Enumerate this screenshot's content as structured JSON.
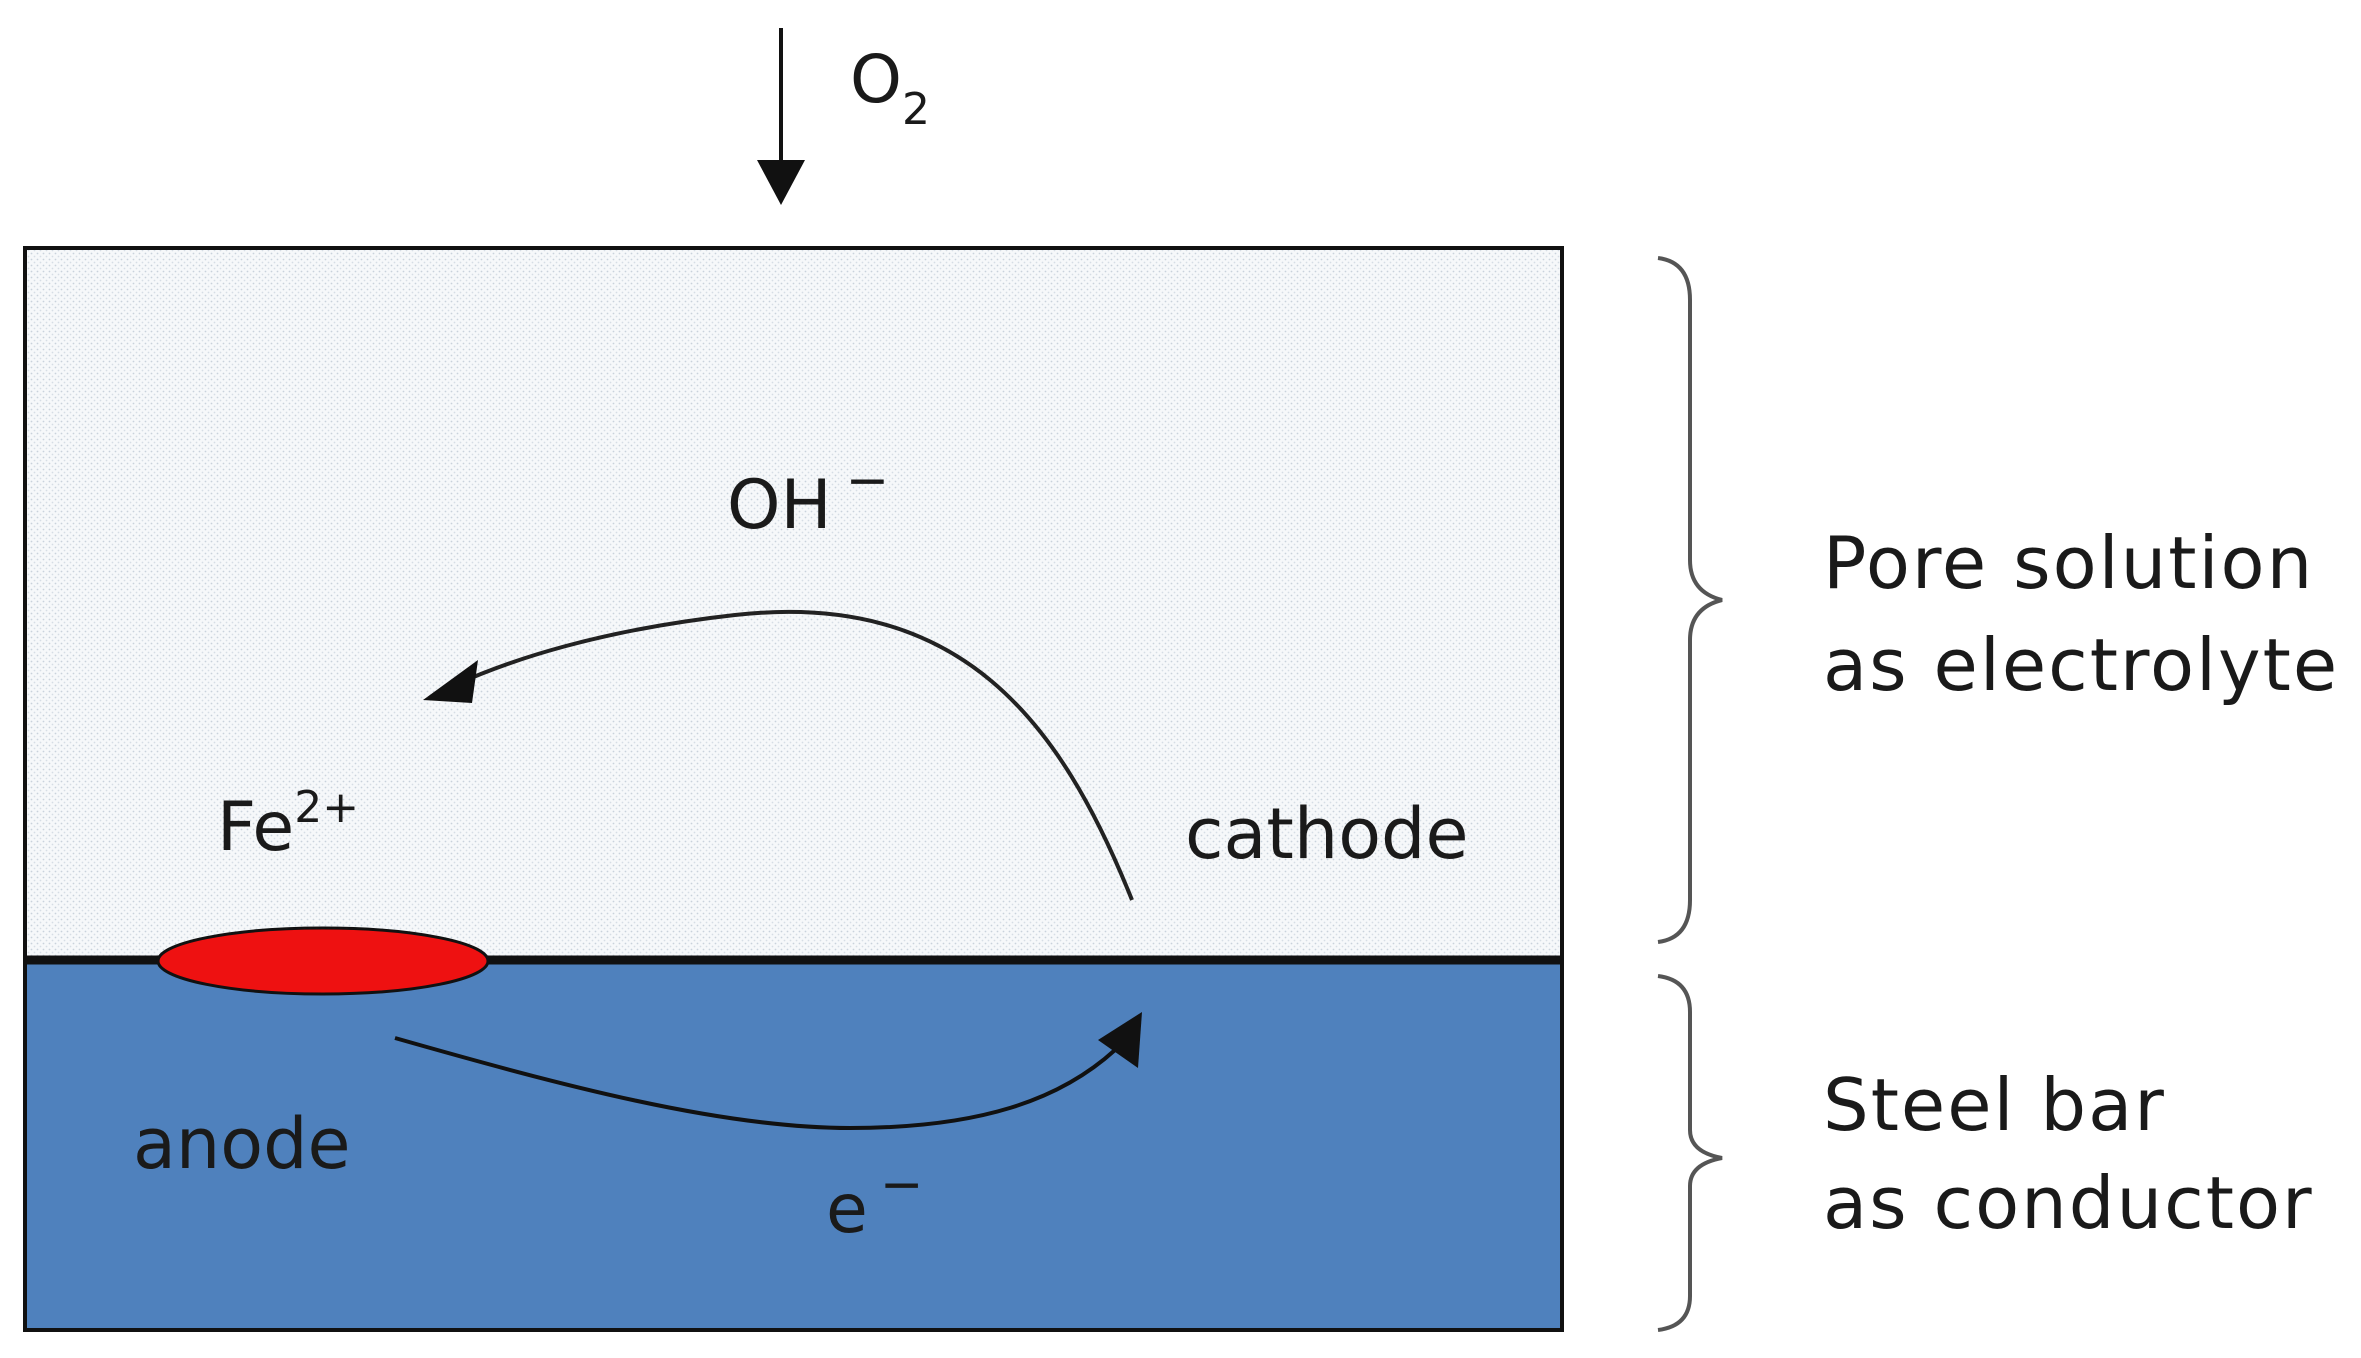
{
  "diagram": {
    "oxygen": {
      "symbol": "O",
      "subscript": "2"
    },
    "hydroxide": {
      "symbol": "OH",
      "superscript": "−"
    },
    "iron_ion": {
      "symbol": "Fe",
      "superscript": "2+"
    },
    "cathode_label": "cathode",
    "anode_label": "anode",
    "electron": {
      "symbol": "e",
      "superscript": "−"
    },
    "pore_solution_label": {
      "line1": "Pore solution",
      "line2": "as electrolyte"
    },
    "steel_bar_label": {
      "line1": "Steel bar",
      "line2": "as conductor"
    }
  },
  "colors": {
    "electrolyte": "#f4f6f8",
    "steel": "#4f81bd",
    "anode_spot": "#ee1111",
    "outline": "#111111"
  }
}
